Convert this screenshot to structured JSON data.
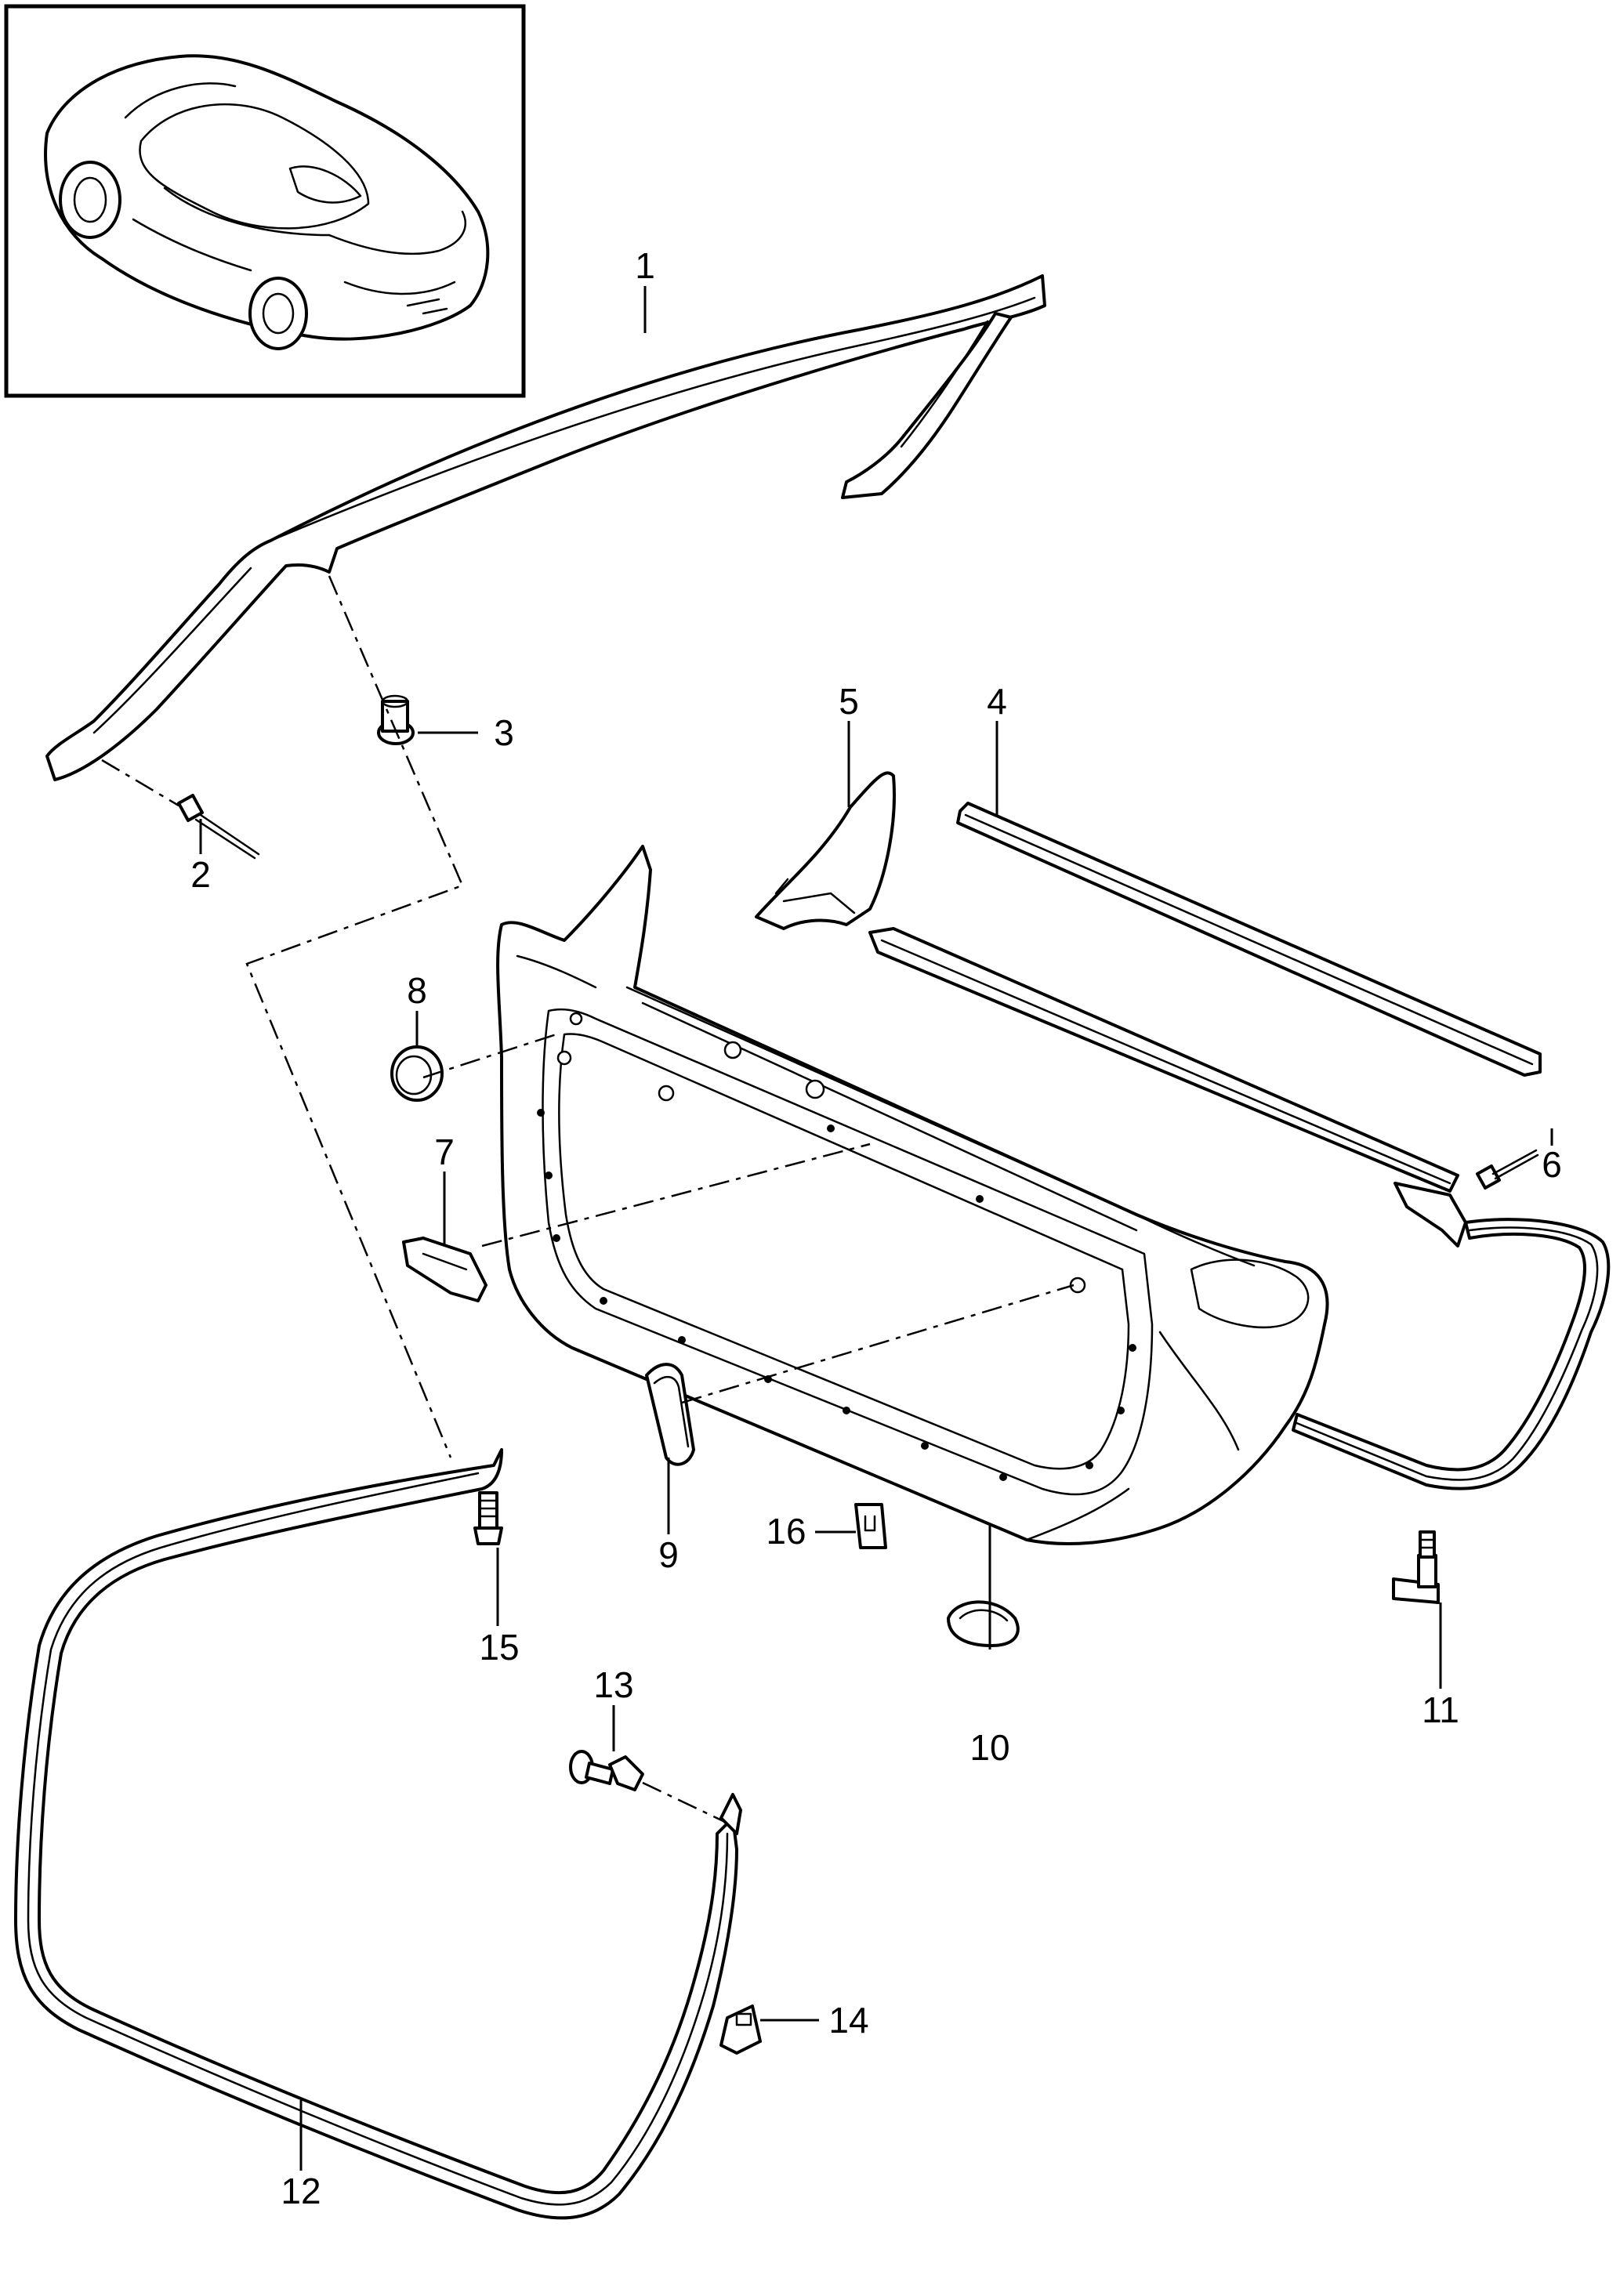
{
  "inset": {
    "icon": "vehicle-overview-icon"
  },
  "callouts": [
    {
      "label": "1"
    },
    {
      "label": "2"
    },
    {
      "label": "3"
    },
    {
      "label": "4"
    },
    {
      "label": "5"
    },
    {
      "label": "6"
    },
    {
      "label": "7"
    },
    {
      "label": "8"
    },
    {
      "label": "9"
    },
    {
      "label": "10"
    },
    {
      "label": "11"
    },
    {
      "label": "12"
    },
    {
      "label": "13"
    },
    {
      "label": "14"
    },
    {
      "label": "15"
    },
    {
      "label": "16"
    }
  ]
}
